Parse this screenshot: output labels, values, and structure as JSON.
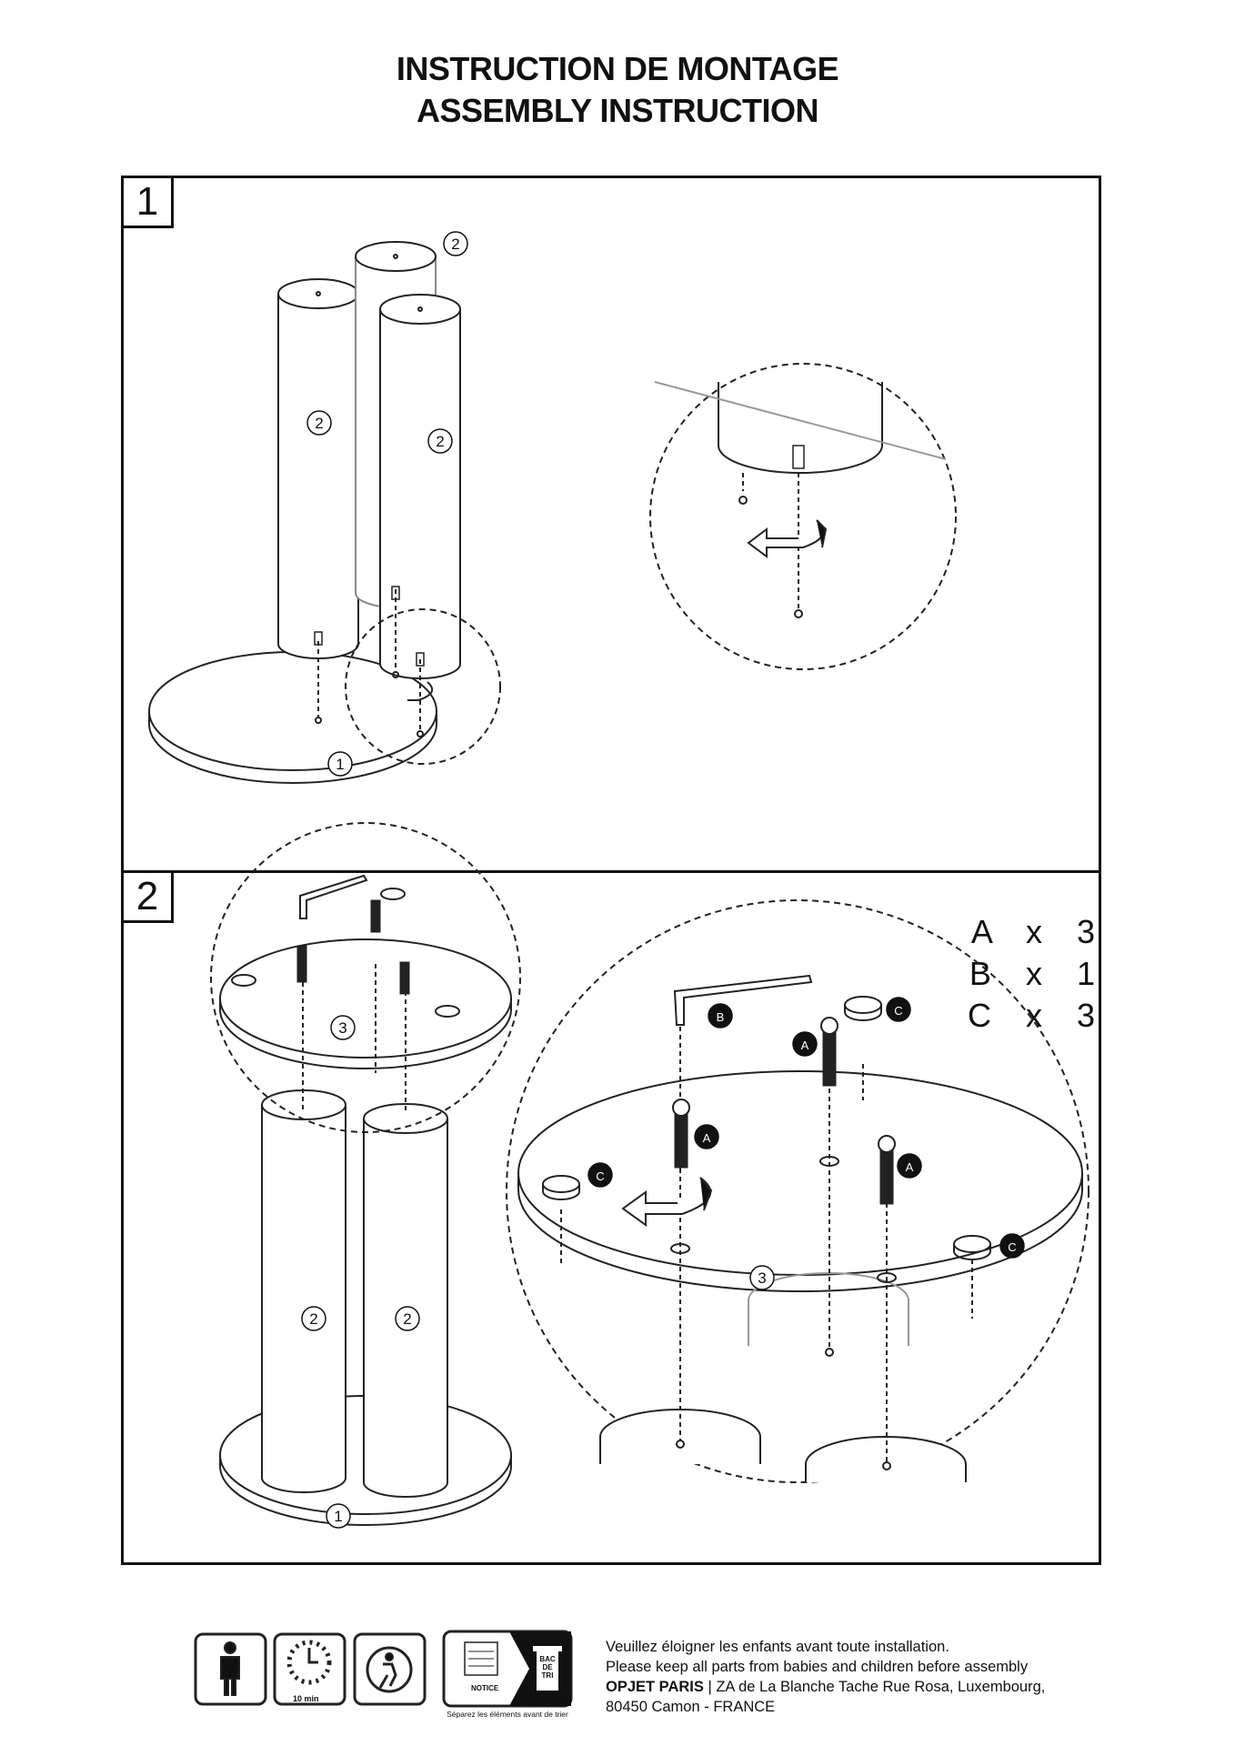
{
  "header": {
    "title_fr": "INSTRUCTION DE MONTAGE",
    "title_en": "ASSEMBLY INSTRUCTION"
  },
  "step1": {
    "number": "1",
    "part_labels": [
      "2",
      "2",
      "2",
      "1"
    ]
  },
  "step2": {
    "number": "2",
    "quantities": [
      {
        "part": "A",
        "x": "x",
        "count": "3"
      },
      {
        "part": "B",
        "x": "x",
        "count": "1"
      },
      {
        "part": "C",
        "x": "x",
        "count": "3"
      }
    ],
    "part_labels": [
      "3",
      "2",
      "2",
      "1",
      "3"
    ],
    "hardware_labels": [
      "A",
      "A",
      "A",
      "B",
      "C",
      "C",
      "C"
    ]
  },
  "footer": {
    "warning_fr": "Veuillez éloigner les enfants avant toute installation.",
    "warning_en": "Please keep all parts from babies and children before assembly",
    "company": "OPJET PARIS",
    "address_line1": "| ZA de La Blanche Tache Rue Rosa, Luxembourg,",
    "address_line2": "80450 Camon - FRANCE",
    "time_label": "10 min",
    "notice_label": "NOTICE",
    "bin_label": "BAC DE TRI",
    "sort_caption": "Séparez les éléments avant de trier"
  },
  "icons": [
    "person-icon",
    "clock-icon",
    "recycle-person-icon",
    "notice-bin-icon"
  ]
}
